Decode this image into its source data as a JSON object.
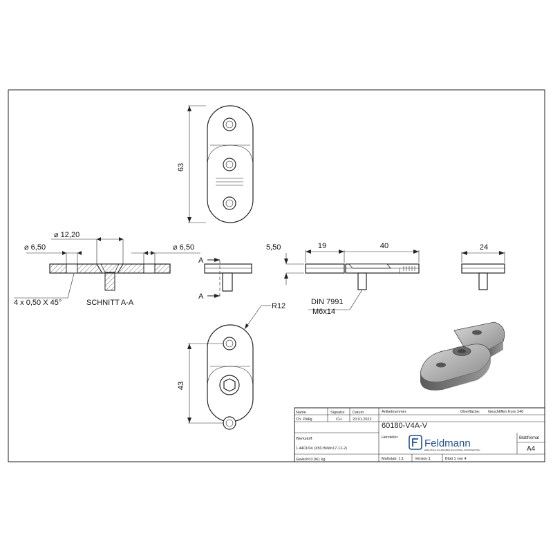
{
  "dimensions": {
    "height_top": "63",
    "height_bottom": "43",
    "radius": "R12",
    "dia_left": "⌀ 6,50",
    "dia_center": "⌀ 12,20",
    "dia_right": "⌀ 6,50",
    "chamfer": "4 x 0,50 X 45°",
    "section_label": "SCHNITT A-A",
    "section_mark_top": "A",
    "section_mark_bottom": "A",
    "thickness": "5,50",
    "len_short": "19",
    "len_long": "40",
    "width": "24",
    "screw_std": "DIN 7991",
    "screw_size": "M6x14"
  },
  "title_block": {
    "hdr_name": "Name",
    "hdr_signature": "Signatur",
    "hdr_date": "Datum",
    "name": "Ch. Pällig",
    "signature": "CH",
    "date": "20.01.2022",
    "article_label": "Artikelnummer",
    "surface_label": "Oberfläche:",
    "surface_value": "Geschliffen Korn 240",
    "article_number": "60180-V4A-V",
    "manufacturer_label": "Hersteller",
    "material_label": "Werkstoff:",
    "material_value": "1.4401/04 (X5CrNiMo17-12-2)",
    "brand_name": "Feldmann",
    "brand_tagline": "EDELSTAHL-SCHRAUBEN-SCHLÜSSEL-KOMPONENTEN",
    "sheet_format_label": "Blattformat",
    "sheet_format": "A4",
    "weight": "Gewicht 0.061 kg",
    "scale": "Maßstab: 1:1",
    "version": "Version:1",
    "sheet_of": "Blatt 1 von 4"
  },
  "colors": {
    "line": "#222222",
    "brand": "#1f4e8c"
  }
}
